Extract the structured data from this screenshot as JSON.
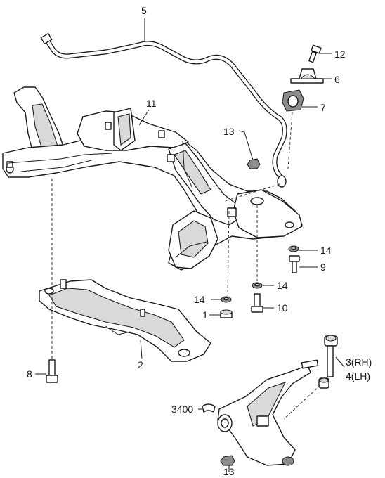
{
  "labels": {
    "l5": "5",
    "l12": "12",
    "l6": "6",
    "l7": "7",
    "l11": "11",
    "l13a": "13",
    "l14a": "14",
    "l9": "9",
    "l14b": "14",
    "l14c": "14",
    "l1": "1",
    "l10": "10",
    "l2": "2",
    "l8": "8",
    "l3": "3(RH)",
    "l4": "4(LH)",
    "l3400": "3400",
    "l13b": "13"
  }
}
